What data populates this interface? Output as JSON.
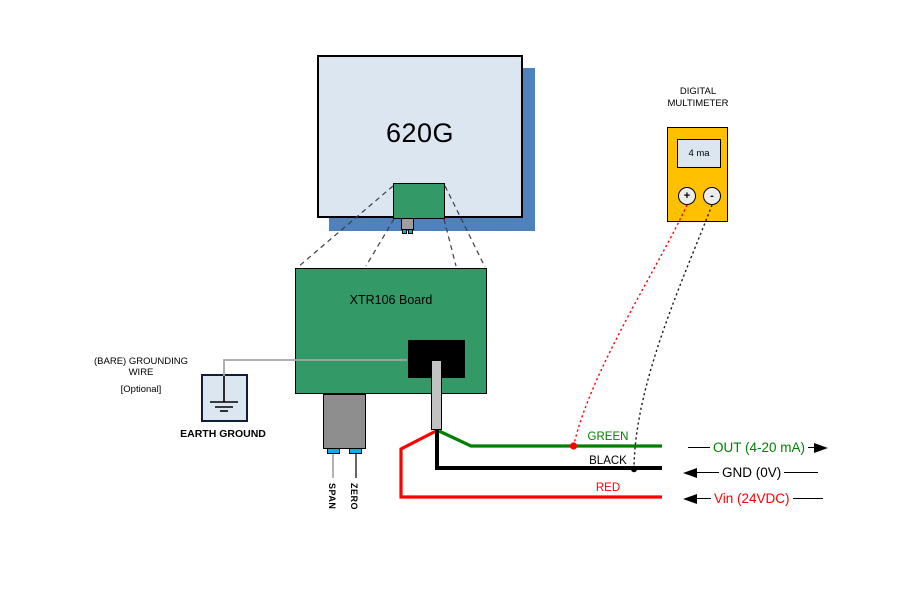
{
  "device": {
    "label": "620G"
  },
  "board": {
    "label": "XTR106 Board"
  },
  "multimeter": {
    "title_line1": "DIGITAL",
    "title_line2": "MULTIMETER",
    "reading": "4 ma",
    "plus_terminal": "+",
    "minus_terminal": "-"
  },
  "grounding": {
    "note_line1": "(BARE) GROUNDING",
    "note_line2": "WIRE",
    "note_line3": "[Optional]",
    "earth_label": "EARTH GROUND"
  },
  "adjustments": {
    "span_label": "SPAN",
    "zero_label": "ZERO"
  },
  "wires": {
    "green": {
      "label": "GREEN",
      "terminal_label": "OUT (4-20 mA)",
      "color": "#008000"
    },
    "black": {
      "label": "BLACK",
      "terminal_label": "GND (0V)",
      "color": "#000000"
    },
    "red": {
      "label": "RED",
      "terminal_label": "Vin (24VDC)",
      "color": "#FF0000"
    }
  },
  "colors": {
    "board_green": "#339966",
    "device_fill": "#DCE6F1",
    "device_shadow": "#4F81BD",
    "meter_yellow": "#FFC000",
    "pin_cyan": "#00B0F0",
    "ground_wire_gray": "#A6A6A6"
  }
}
